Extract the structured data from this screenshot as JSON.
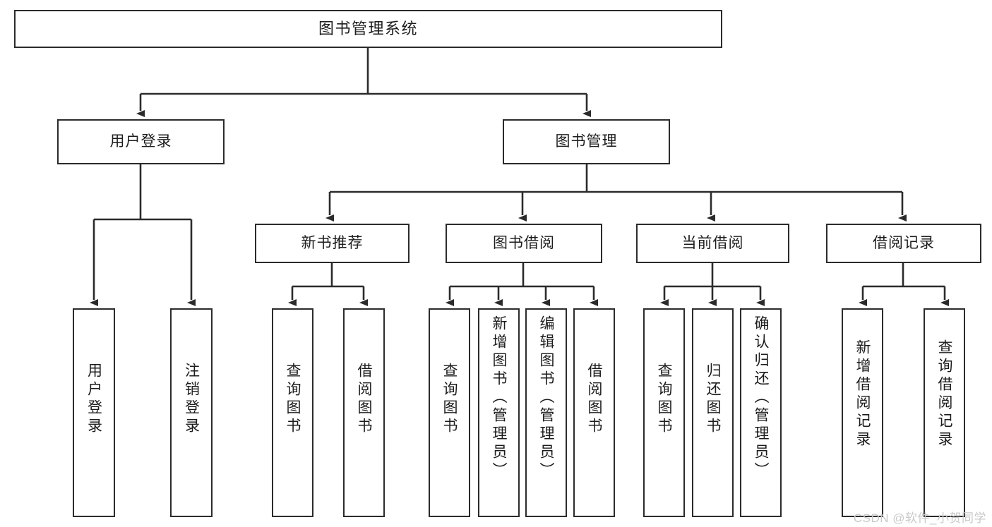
{
  "diagram": {
    "title": "图书管理系统",
    "type": "tree",
    "orientation": "top-down",
    "colors": {
      "stroke": "#2b2b2b",
      "fill": "#ffffff",
      "text": "#1c1c1c",
      "watermark": "#c9c9c9",
      "background": "#ffffff"
    }
  },
  "nodes": {
    "root": {
      "label": "图书管理系统"
    },
    "level2": [
      {
        "id": "user-login",
        "label": "用户登录"
      },
      {
        "id": "book-manage",
        "label": "图书管理"
      }
    ],
    "level3": [
      {
        "id": "new-book-rec",
        "label": "新书推荐"
      },
      {
        "id": "book-borrow",
        "label": "图书借阅"
      },
      {
        "id": "current-borrow",
        "label": "当前借阅"
      },
      {
        "id": "borrow-record",
        "label": "借阅记录"
      }
    ],
    "leaves": {
      "user-login": [
        {
          "id": "leaf-user-login",
          "label": "用户登录"
        },
        {
          "id": "leaf-logout",
          "label": "注销登录"
        }
      ],
      "new-book-rec": [
        {
          "id": "leaf-query-book-1",
          "label": "查询图书"
        },
        {
          "id": "leaf-borrow-book-1",
          "label": "借阅图书"
        }
      ],
      "book-borrow": [
        {
          "id": "leaf-query-book-2",
          "label": "查询图书"
        },
        {
          "id": "leaf-add-book",
          "label": "新增图书（管理员）"
        },
        {
          "id": "leaf-edit-book",
          "label": "编辑图书（管理员）"
        },
        {
          "id": "leaf-borrow-book-2",
          "label": "借阅图书"
        }
      ],
      "current-borrow": [
        {
          "id": "leaf-query-book-3",
          "label": "查询图书"
        },
        {
          "id": "leaf-return-book",
          "label": "归还图书"
        },
        {
          "id": "leaf-confirm-return",
          "label": "确认归还（管理员）"
        }
      ],
      "borrow-record": [
        {
          "id": "leaf-add-record",
          "label": "新增借阅记录"
        },
        {
          "id": "leaf-query-record",
          "label": "查询借阅记录"
        }
      ]
    }
  },
  "watermark": {
    "text": "CSDN @软件_小贺同学"
  }
}
